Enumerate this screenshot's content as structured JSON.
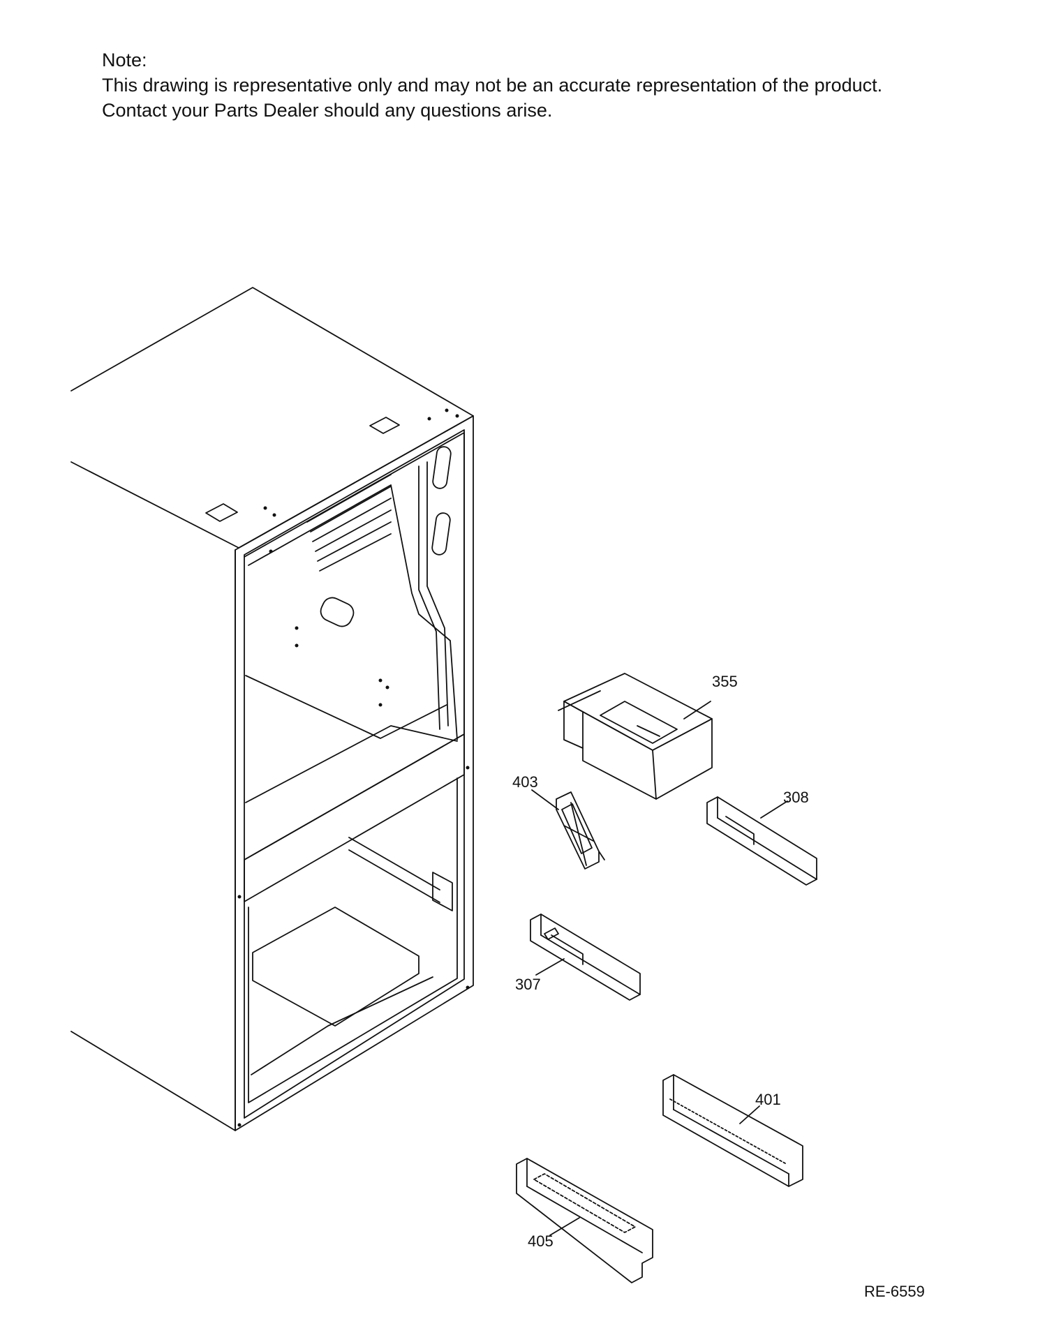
{
  "note": {
    "heading": "Note:",
    "line1": "This drawing is representative only and may not be an accurate representation of the product.",
    "line2": "Contact your Parts Dealer should any questions arise."
  },
  "parts": {
    "p355": "355",
    "p403": "403",
    "p308": "308",
    "p307": "307",
    "p401": "401",
    "p405": "405"
  },
  "drawing_code": "RE-6559"
}
